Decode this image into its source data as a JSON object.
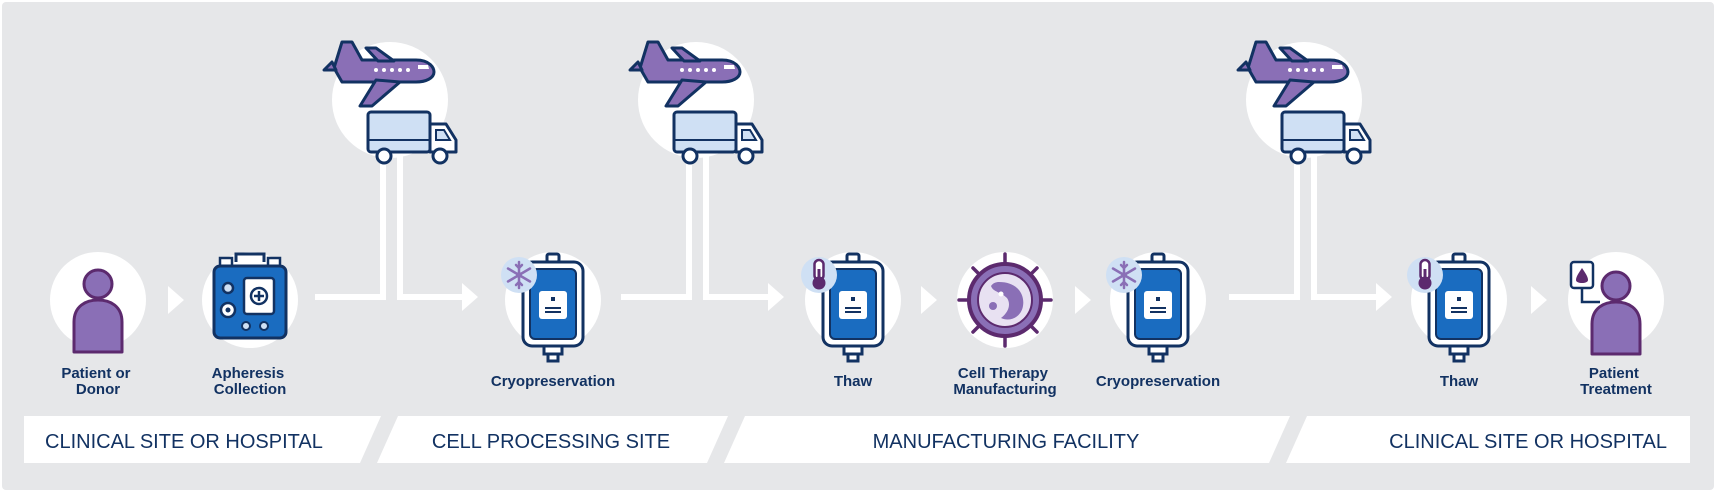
{
  "steps": {
    "patient_donor": [
      "Patient or",
      "Donor"
    ],
    "apheresis": [
      "Apheresis",
      "Collection"
    ],
    "cryo_1": [
      "Cryopreservation"
    ],
    "thaw_1": [
      "Thaw"
    ],
    "manufacturing": [
      "Cell Therapy",
      "Manufacturing"
    ],
    "cryo_2": [
      "Cryopreservation"
    ],
    "thaw_2": [
      "Thaw"
    ],
    "patient_treatment": [
      "Patient",
      "Treatment"
    ]
  },
  "sites": {
    "site_1": "CLINICAL SITE OR HOSPITAL",
    "site_2": "CELL PROCESSING SITE",
    "site_3": "MANUFACTURING FACILITY",
    "site_4": "CLINICAL SITE OR HOSPITAL"
  },
  "colors": {
    "background": "#e6e7e9",
    "navy": "#123262",
    "blue": "#1a6cc0",
    "purple": "#8a6fb6",
    "dark_purple": "#5c2a6e",
    "light_blue": "#cfe0f4"
  }
}
